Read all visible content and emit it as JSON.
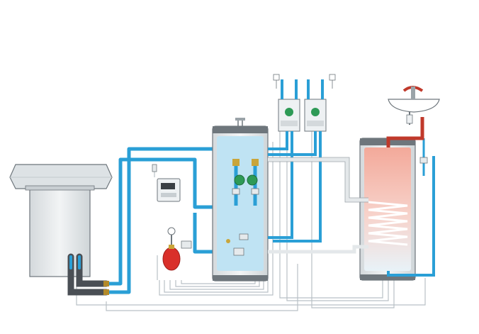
{
  "diagram": {
    "kind": "heat pump heating system schematic",
    "components": [
      {
        "id": "heat-pump",
        "label": ""
      },
      {
        "id": "buffer-tank",
        "label": ""
      },
      {
        "id": "hot-water-cylinder",
        "label": ""
      },
      {
        "id": "pump-group-1",
        "label": ""
      },
      {
        "id": "pump-group-2",
        "label": ""
      },
      {
        "id": "controller",
        "label": ""
      },
      {
        "id": "expansion-vessel",
        "label": ""
      },
      {
        "id": "washbasin",
        "label": ""
      }
    ],
    "colors": {
      "circuit_water": "#2a9fd6",
      "hot_water": "#c0392b",
      "tank_body": "#dfe5e8",
      "tank_fill": "#bfe3f3",
      "cylinder_fill": "#f4b9a8",
      "pump_green": "#2e9a56",
      "expansion_red": "#d9302a",
      "insulated_pipe": "#4a4f55",
      "control_wiring": "#b9c0c6"
    }
  }
}
